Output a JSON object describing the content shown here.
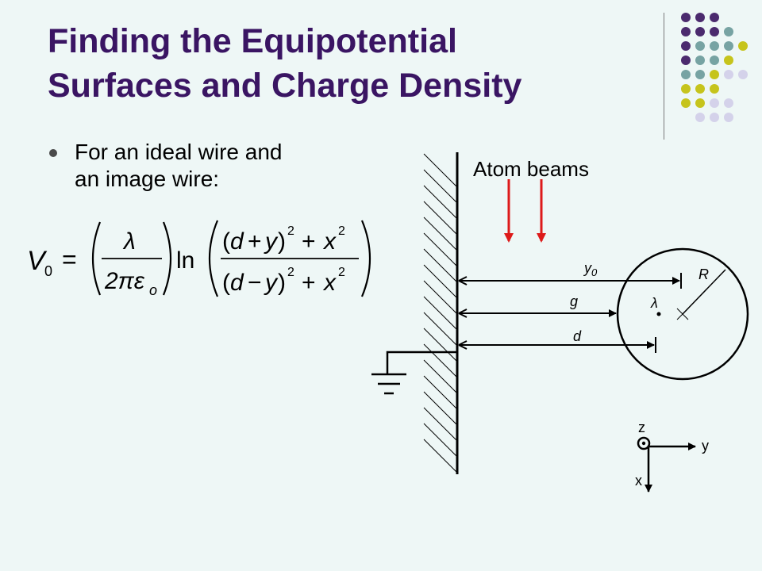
{
  "slide": {
    "title_line1": "Finding the Equipotential",
    "title_line2": "Surfaces and Charge Density",
    "bullet_text_line1": "For an ideal wire and",
    "bullet_text_line2": "an image wire:"
  },
  "equation": {
    "lhs": "V",
    "lhs_sub": "0",
    "equals": "=",
    "frac_num": "λ",
    "frac_den_coeff": "2πε",
    "frac_den_sub": "o",
    "ln": "ln",
    "num_d": "d",
    "num_op": "+",
    "num_y": "y",
    "den_d": "d",
    "den_op": "−",
    "den_y": "y",
    "exp": "2",
    "plus": "+",
    "x": "x"
  },
  "diagram": {
    "beam_label": "Atom beams",
    "label_y0": "y",
    "label_y0_sub": "0",
    "label_g": "g",
    "label_d": "d",
    "label_R": "R",
    "label_lambda": "λ",
    "axis_z": "z",
    "axis_y": "y",
    "axis_x": "x"
  },
  "colors": {
    "title": "#3a1563",
    "background": "#eef7f6",
    "beam_arrows": "#dd1a1a",
    "dot_purple": "#4b2a6e",
    "dot_teal": "#77a3a3",
    "dot_olive": "#c6c41c",
    "dot_lavender": "#d4d2ea"
  },
  "icons": [
    "bullet-dot",
    "ground-icon",
    "out-of-page-icon"
  ]
}
